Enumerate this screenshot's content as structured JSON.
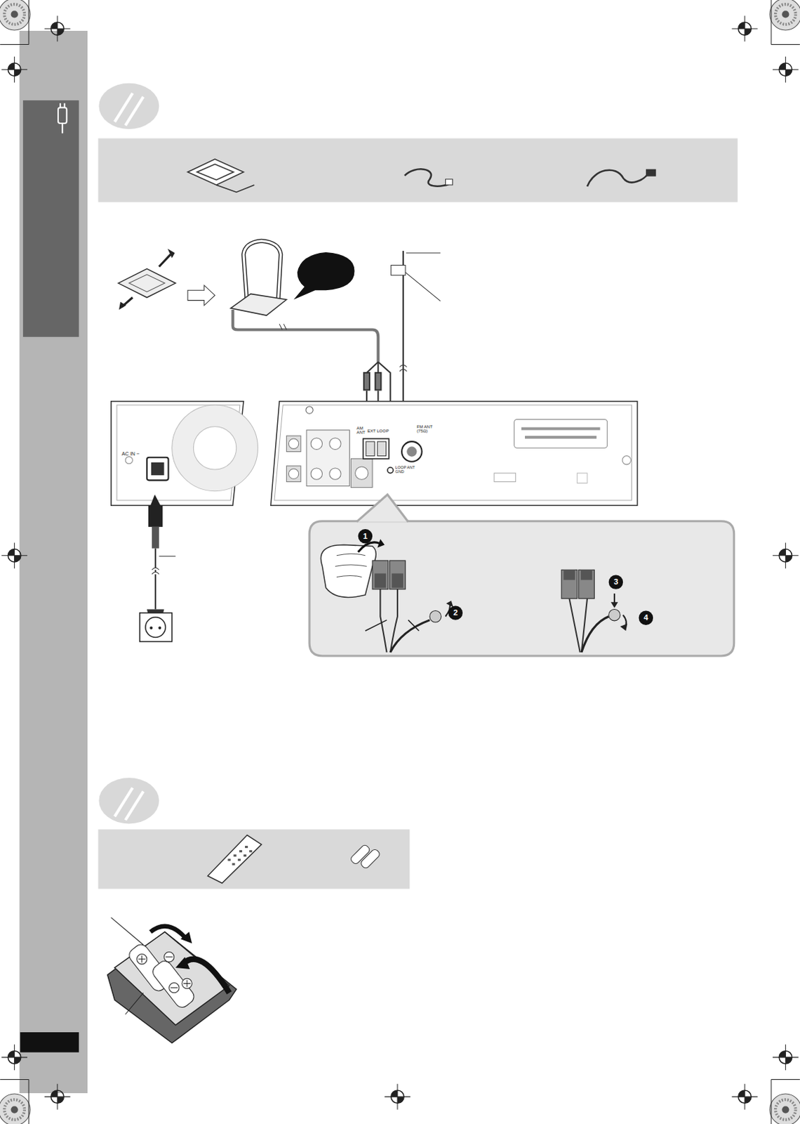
{
  "diagram": {
    "labels": [
      "AC IN ~",
      "AM ANT",
      "EXT LOOP",
      "FM ANT (75Ω)",
      "LOOP ANT GND",
      "1",
      "2",
      "3",
      "4"
    ]
  }
}
